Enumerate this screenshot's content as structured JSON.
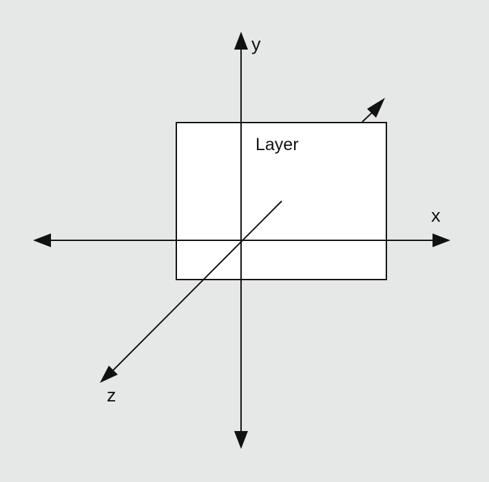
{
  "diagram": {
    "layer_label": "Layer",
    "axes": {
      "x_label": "x",
      "y_label": "y",
      "z_label": "z"
    }
  },
  "colors": {
    "background": "#e6e8e7",
    "stroke": "#111111",
    "layer_fill": "#ffffff"
  }
}
